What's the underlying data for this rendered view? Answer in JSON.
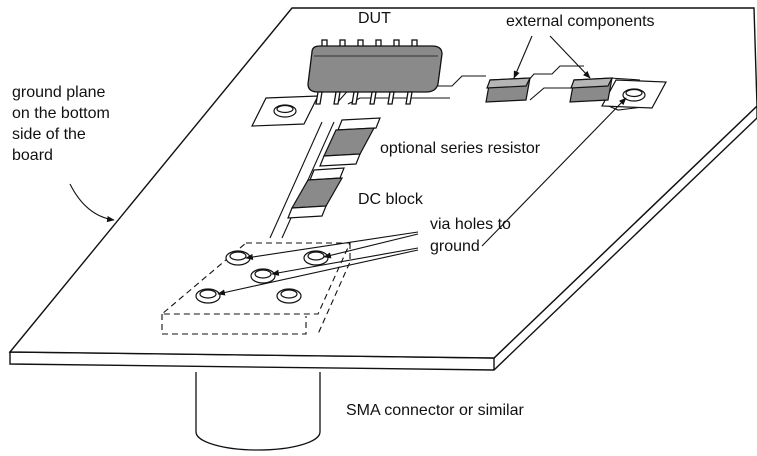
{
  "labels": {
    "dut": "DUT",
    "external_components": "external components",
    "ground_plane": [
      "ground plane",
      "on the bottom",
      "side of the",
      "board"
    ],
    "series_resistor": "optional series resistor",
    "dc_block": "DC block",
    "via_holes": [
      "via holes to",
      "ground"
    ],
    "sma_connector": "SMA connector or similar"
  },
  "colors": {
    "outline": "#111111",
    "board": "#ffffff",
    "component_fill": "#8a8a8a",
    "component_top": "#b5b5b5"
  }
}
